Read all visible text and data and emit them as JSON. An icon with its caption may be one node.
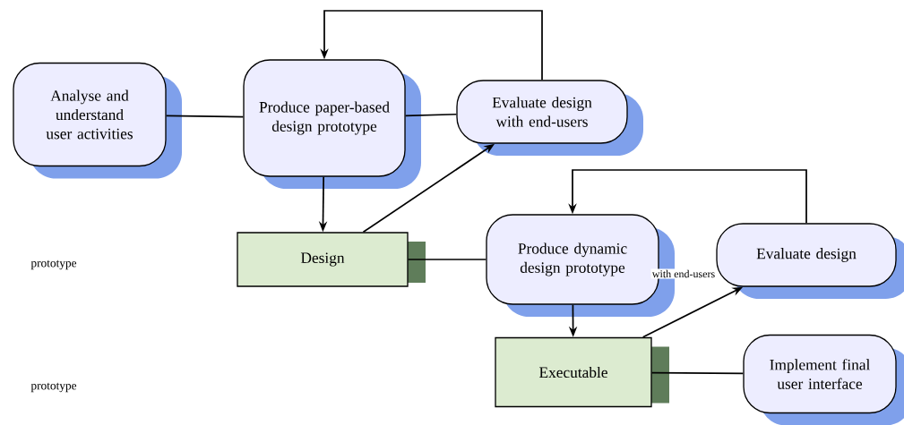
{
  "diagram": {
    "nodes": [
      {
        "text": [
          "Analyse and understand user activities"
        ]
      },
      {
        "text": [
          "Produce paper-based design prototype"
        ]
      },
      {
        "text": [
          "Evaluate design with end-users"
        ]
      },
      {
        "text": [
          "Design"
        ]
      },
      {
        "text": [
          "Produce dynamic design prototype"
        ]
      },
      {
        "text": [
          "Evaluate design"
        ],
        "beside": [
          "with end-users"
        ]
      },
      {
        "text": [
          "Executable"
        ]
      },
      {
        "text": [
          "Implement final user interface"
        ]
      }
    ],
    "edges": [
      {
        "from": 0,
        "to": 1,
        "arrow": "none"
      },
      {
        "from": 1,
        "to": 2,
        "arrow": "none"
      },
      {
        "from": 2,
        "to": 1,
        "arrow": "to"
      },
      {
        "from": 1,
        "to": 3,
        "arrow": "to"
      },
      {
        "from": 3,
        "to": 2,
        "arrow": "to"
      },
      {
        "from": 3,
        "to": 4,
        "arrow": "none"
      },
      {
        "from": 5,
        "to": 4,
        "arrow": "to"
      },
      {
        "from": 4,
        "to": 6,
        "arrow": "to"
      },
      {
        "from": 6,
        "to": 5,
        "arrow": "to"
      },
      {
        "from": 6,
        "to": 7,
        "arrow": "none"
      }
    ],
    "labels": [
      "prototype",
      "prototype"
    ]
  }
}
